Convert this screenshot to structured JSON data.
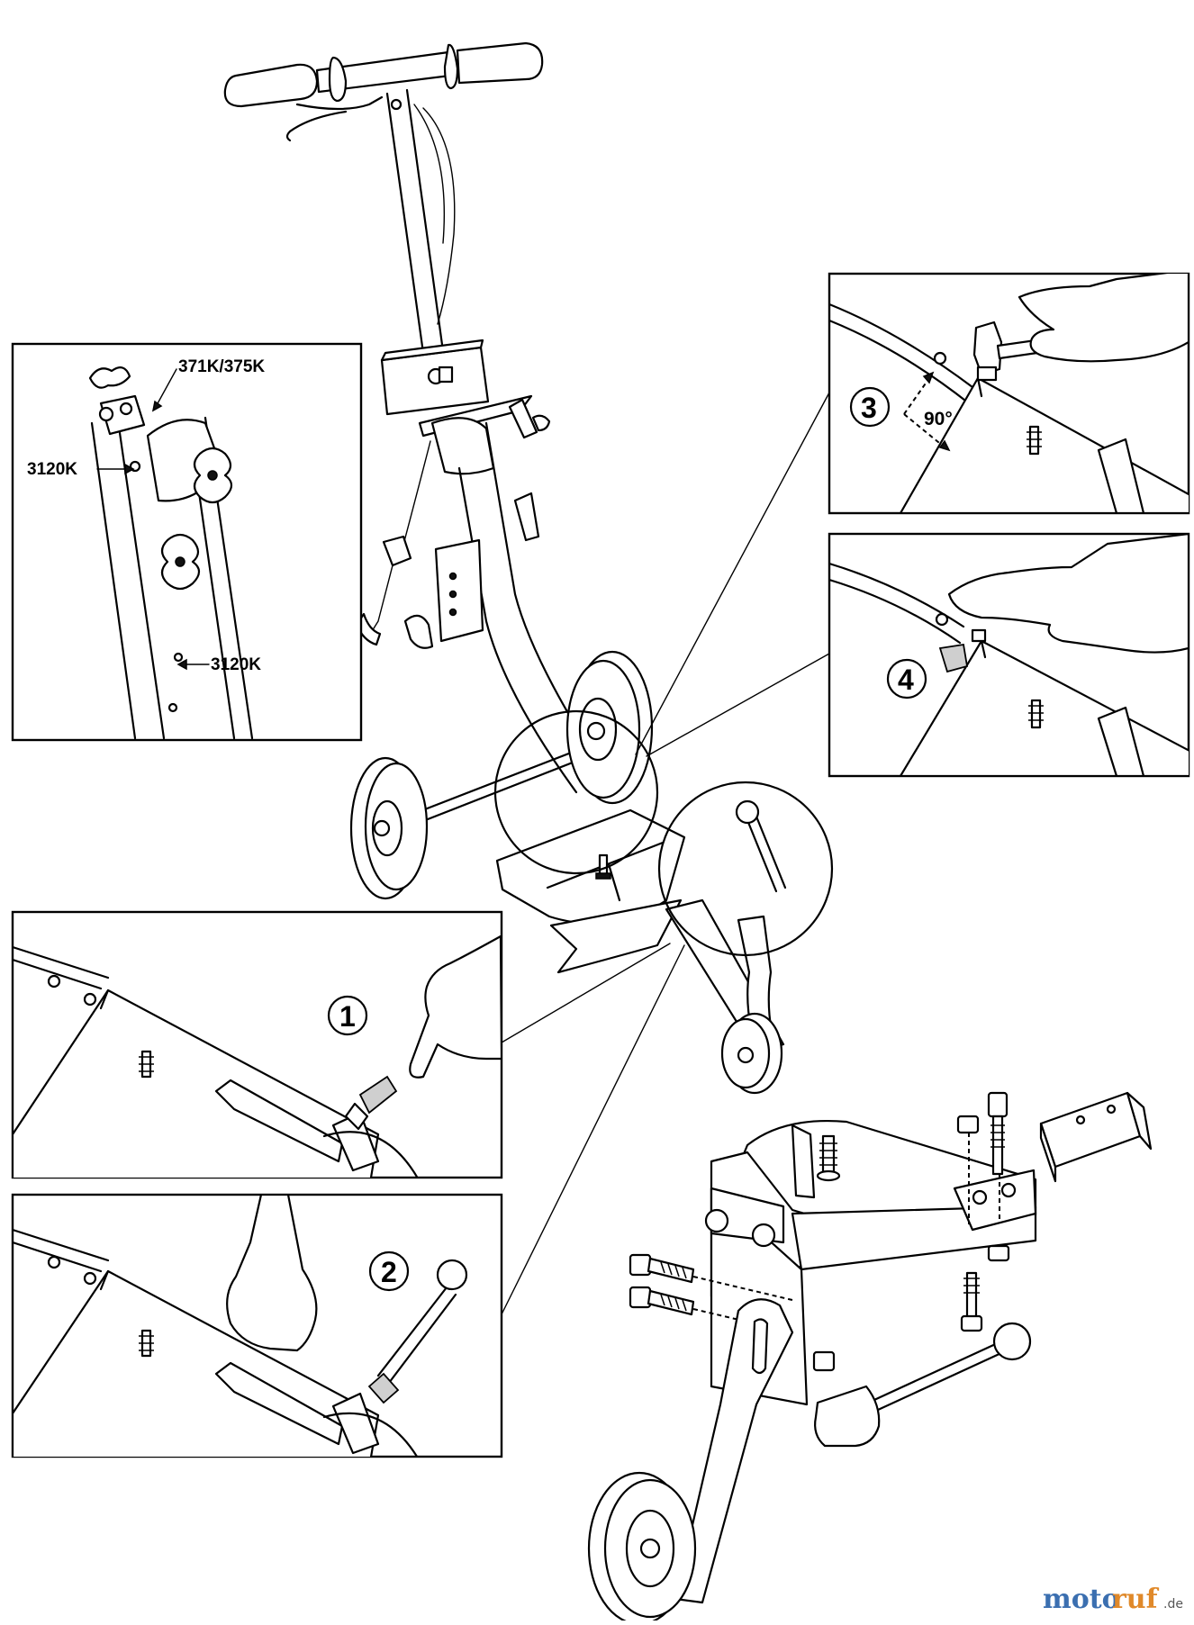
{
  "labels": {
    "part_371K_375K": "371K/375K",
    "part_3120K_upper": "3120K",
    "part_3120K_lower": "3120K",
    "angle": "90°"
  },
  "steps": {
    "step1": "1",
    "step2": "2",
    "step3": "3",
    "step4": "4"
  },
  "watermark": {
    "part1": "moto",
    "part2": "ruf",
    "suffix": ".de"
  },
  "icons": [
    "hand-icon",
    "lever-icon",
    "bolt-icon",
    "nut-icon",
    "wheel-icon"
  ]
}
